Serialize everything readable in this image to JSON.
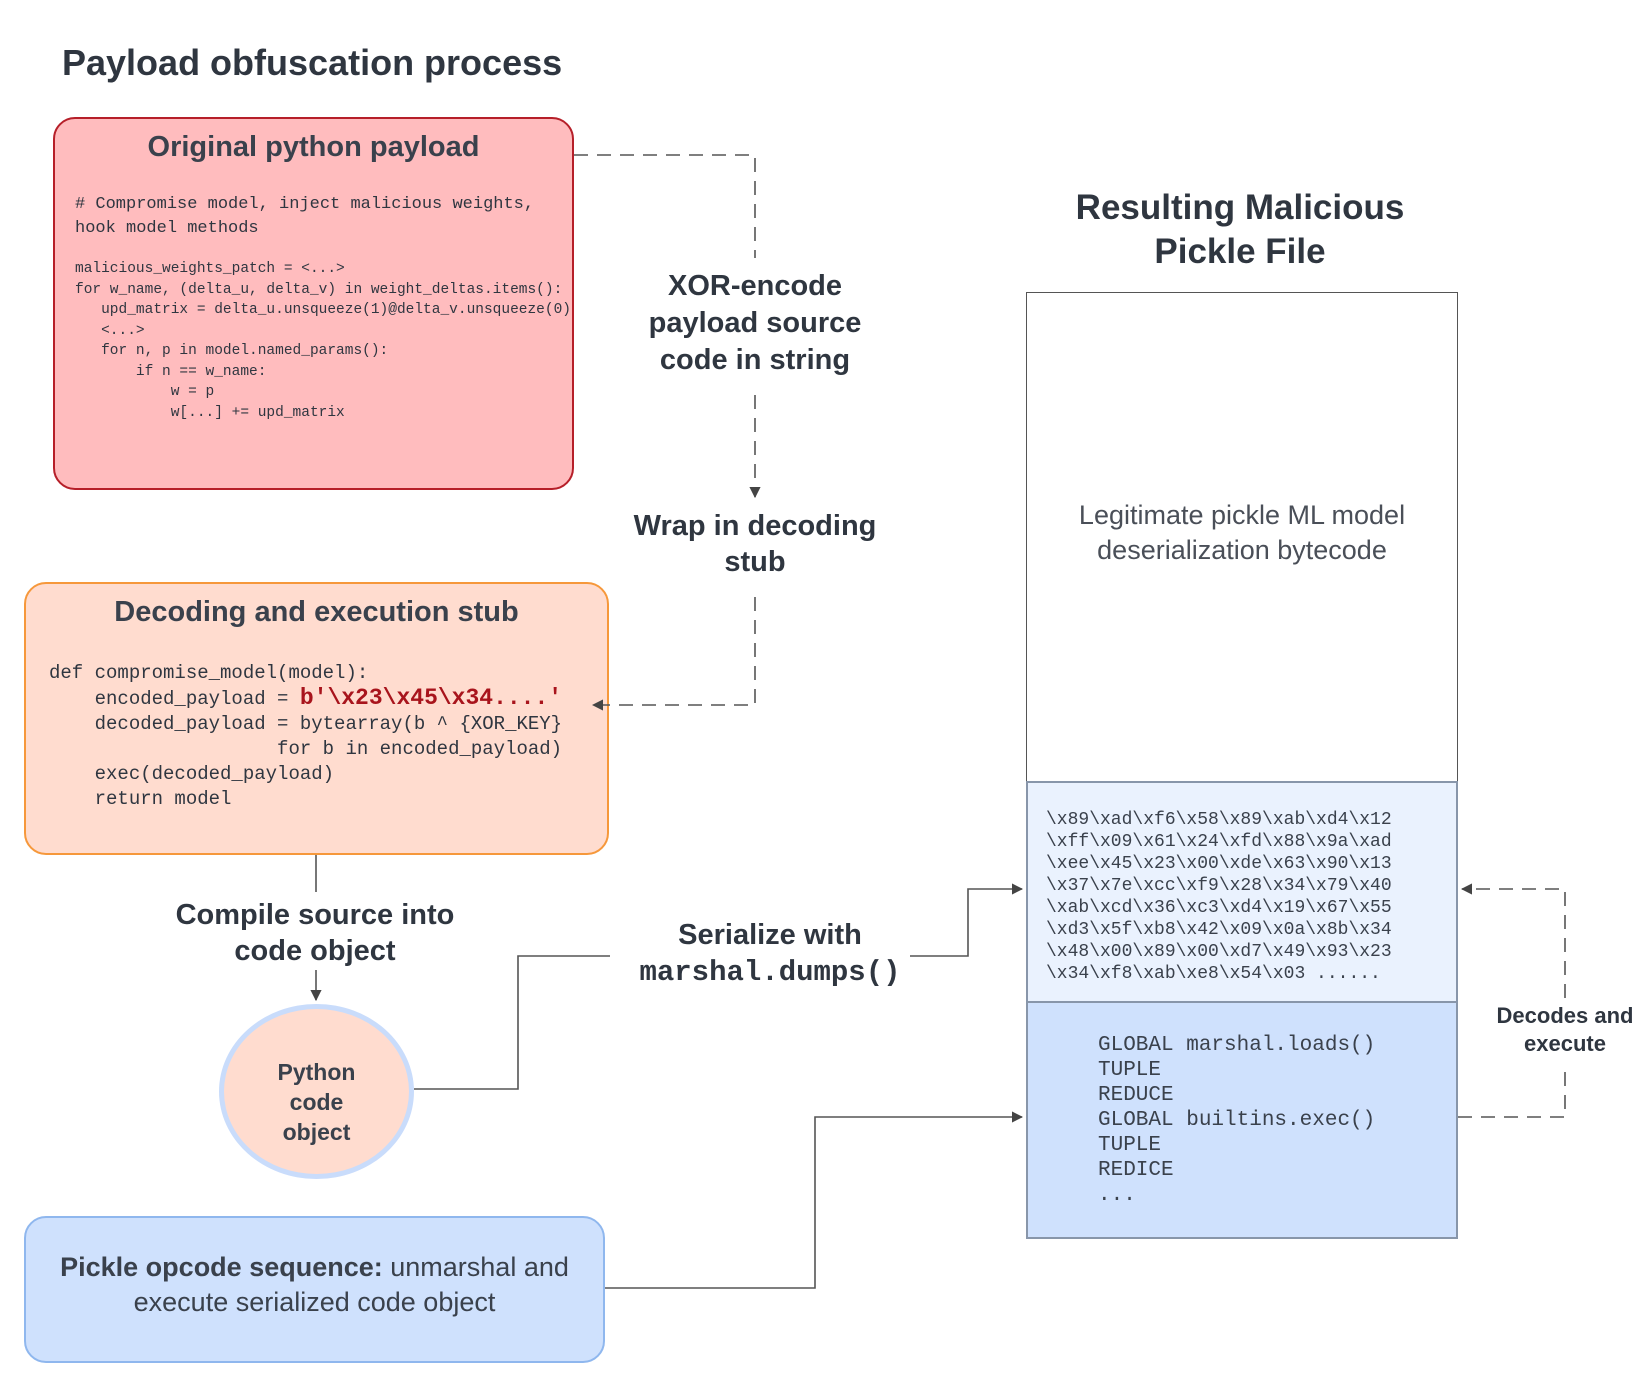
{
  "title": "Payload obfuscation process",
  "original": {
    "title": "Original python payload",
    "comment": "# Compromise model, inject malicious weights,\nhook model methods",
    "code": "malicious_weights_patch = <...>\nfor w_name, (delta_u, delta_v) in weight_deltas.items():\n   upd_matrix = delta_u.unsqueeze(1)@delta_v.unsqueeze(0)\n   <...>\n   for n, p in model.named_params():\n       if n == w_name:\n           w = p\n           w[...] += upd_matrix"
  },
  "stub": {
    "title": "Decoding and execution stub",
    "line1": "def compromise_model(model):",
    "line2_prefix": "    encoded_payload = ",
    "line2_highlight": "b'\\x23\\x45\\x34....'",
    "rest": "    decoded_payload = bytearray(b ^ {XOR_KEY}\n                    for b in encoded_payload)\n    exec(decoded_payload)\n    return model"
  },
  "labels": {
    "xor": "XOR-encode payload source code in string",
    "wrap": "Wrap in decoding stub",
    "compile": "Compile source into code object",
    "serialize_text": "Serialize with",
    "serialize_code": "marshal.dumps()",
    "decodes": "Decodes and execute"
  },
  "code_object": {
    "label": "Python code object"
  },
  "pickle_seq": {
    "bold": "Pickle opcode sequence:",
    "rest": " unmarshal and execute serialized code object"
  },
  "result": {
    "title": "Resulting Malicious Pickle File",
    "legit": "Legitimate pickle ML model deserialization bytecode",
    "bytes": "\\x89\\xad\\xf6\\x58\\x89\\xab\\xd4\\x12\n\\xff\\x09\\x61\\x24\\xfd\\x88\\x9a\\xad\n\\xee\\x45\\x23\\x00\\xde\\x63\\x90\\x13\n\\x37\\x7e\\xcc\\xf9\\x28\\x34\\x79\\x40\n\\xab\\xcd\\x36\\xc3\\xd4\\x19\\x67\\x55\n\\xd3\\x5f\\xb8\\x42\\x09\\x0a\\x8b\\x34\n\\x48\\x00\\x89\\x00\\xd7\\x49\\x93\\x23\n\\x34\\xf8\\xab\\xe8\\x54\\x03 ......",
    "ops": "GLOBAL marshal.loads()\nTUPLE\nREDUCE\nGLOBAL builtins.exec()\nTUPLE\nREDICE\n..."
  },
  "colors": {
    "original_fill": "#ffbcbe",
    "original_border": "#b61f29",
    "stub_fill": "#ffdccf",
    "stub_border": "#f6983b",
    "pickle_fill": "#cfe1fd",
    "pickle_border": "#8fb7ee",
    "highlight": "#a8141c"
  }
}
